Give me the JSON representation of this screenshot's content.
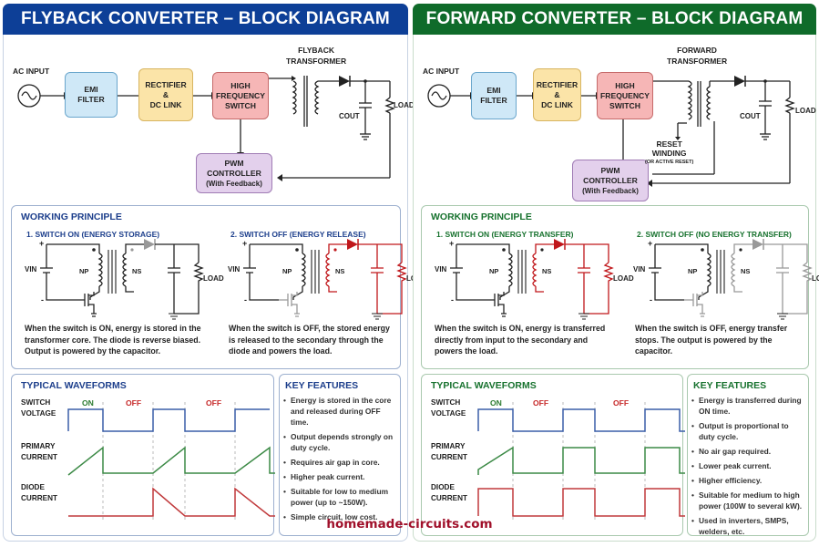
{
  "flyback": {
    "title": "FLYBACK CONVERTER – BLOCK DIAGRAM",
    "theme_color": "#0d3f97",
    "ac_input": "AC INPUT",
    "blocks": {
      "emi": [
        "EMI",
        "FILTER"
      ],
      "rectifier": [
        "RECTIFIER",
        "&",
        "DC LINK"
      ],
      "hfs": [
        "HIGH",
        "FREQUENCY",
        "SWITCH"
      ],
      "pwm": [
        "PWM",
        "CONTROLLER",
        "(With Feedback)"
      ]
    },
    "transformer_label": [
      "FLYBACK",
      "TRANSFORMER"
    ],
    "cout": "COUT",
    "load": "LOAD",
    "working": {
      "title": "WORKING PRINCIPLE",
      "case1": {
        "title": "1. SWITCH ON (ENERGY STORAGE)",
        "vin": "VIN",
        "np": "NP",
        "ns": "NS",
        "load": "LOAD",
        "text": "When the switch is ON, energy is stored in the transformer core. The diode is reverse biased. Output is powered by the capacitor."
      },
      "case2": {
        "title": "2. SWITCH OFF (ENERGY RELEASE)",
        "vin": "VIN",
        "np": "NP",
        "ns": "NS",
        "load": "LOAD",
        "text": "When the switch is OFF, the stored energy is released to the secondary through the diode and powers the load."
      }
    },
    "waveforms": {
      "title": "TYPICAL WAVEFORMS",
      "labels": {
        "switch_voltage": "SWITCH VOLTAGE",
        "primary_current": "PRIMARY CURRENT",
        "diode_current": "DIODE CURRENT"
      },
      "states": [
        "ON",
        "OFF",
        "OFF"
      ]
    },
    "features": {
      "title": "KEY FEATURES",
      "items": [
        "Energy is stored in the core and released during OFF time.",
        "Output depends strongly on duty cycle.",
        "Requires air gap in core.",
        "Higher peak current.",
        "Suitable for low to medium power (up to ~150W).",
        "Simple circuit, low cost."
      ]
    }
  },
  "forward": {
    "title": "FORWARD CONVERTER – BLOCK DIAGRAM",
    "theme_color": "#0f6b2a",
    "ac_input": "AC INPUT",
    "blocks": {
      "emi": [
        "EMI",
        "FILTER"
      ],
      "rectifier": [
        "RECTIFIER",
        "&",
        "DC LINK"
      ],
      "hfs": [
        "HIGH",
        "FREQUENCY",
        "SWITCH"
      ],
      "pwm": [
        "PWM",
        "CONTROLLER",
        "(With Feedback)"
      ]
    },
    "transformer_label": [
      "FORWARD",
      "TRANSFORMER"
    ],
    "reset_winding": [
      "RESET",
      "WINDING",
      "(OR ACTIVE RESET)"
    ],
    "cout": "COUT",
    "load": "LOAD",
    "working": {
      "title": "WORKING PRINCIPLE",
      "case1": {
        "title": "1. SWITCH ON (ENERGY TRANSFER)",
        "vin": "VIN",
        "np": "NP",
        "ns": "NS",
        "load": "LOAD",
        "text": "When the switch is ON, energy is transferred directly from input to the secondary and powers the load."
      },
      "case2": {
        "title": "2. SWITCH OFF (NO ENERGY TRANSFER)",
        "vin": "VIN",
        "np": "NP",
        "ns": "NS",
        "load": "LOAD",
        "text": "When the switch is OFF, energy transfer stops. The output is powered by the capacitor."
      }
    },
    "waveforms": {
      "title": "TYPICAL WAVEFORMS",
      "labels": {
        "switch_voltage": "SWITCH VOLTAGE",
        "primary_current": "PRIMARY CURRENT",
        "diode_current": "DIODE CURRENT"
      },
      "states": [
        "ON",
        "OFF",
        "OFF"
      ]
    },
    "features": {
      "title": "KEY FEATURES",
      "items": [
        "Energy is transferred during ON time.",
        "Output is proportional to duty cycle.",
        "No air gap required.",
        "Lower peak current.",
        "Higher efficiency.",
        "Suitable for medium to high power (100W to several kW).",
        "Used in inverters, SMPS, welders, etc."
      ]
    }
  },
  "colors": {
    "wave_voltage": "#3a5ea8",
    "wave_primary": "#3c8a46",
    "wave_diode": "#c0393b",
    "active_path": "#c0171b",
    "state_on": "#2e7d32",
    "state_off": "#c62828"
  },
  "watermark": "homemade-circuits.com"
}
